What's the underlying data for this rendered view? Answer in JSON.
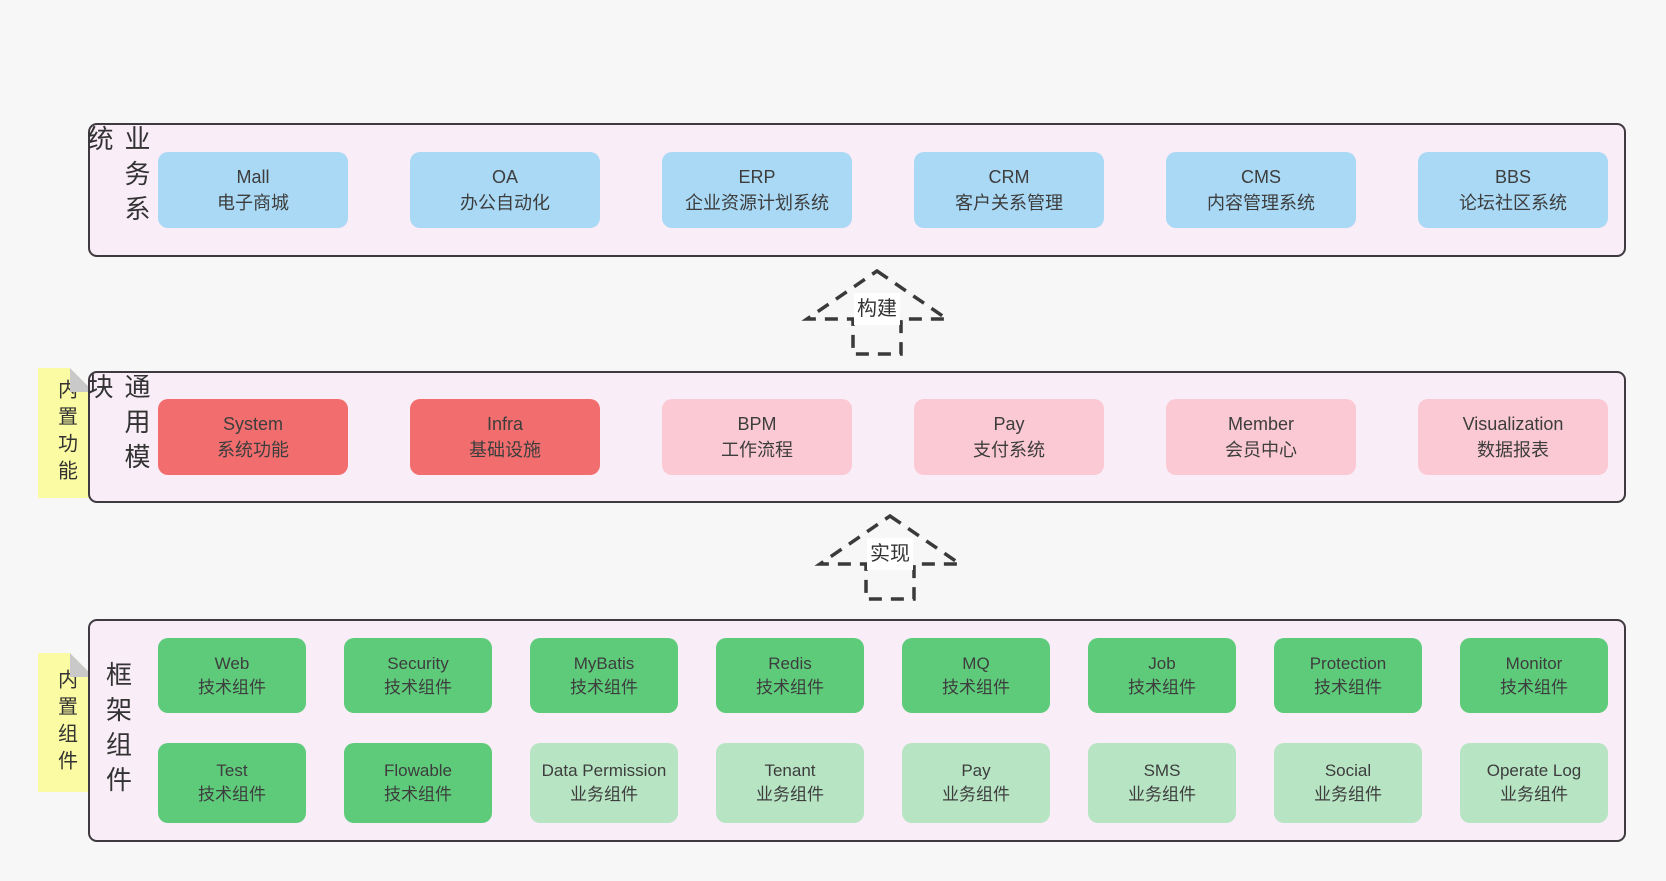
{
  "colors": {
    "page-bg": "#f7f7f7",
    "panel-bg": "#f9edf7",
    "panel-border": "#3f3a3f",
    "card-blue": "#a9d9f5",
    "card-red": "#f26e6e",
    "card-pink": "#fac9d3",
    "card-green": "#5ecb7b",
    "card-lightgreen": "#b7e4c3",
    "note-yellow": "#fbfba3",
    "note-fold": "#c9c9c9",
    "text-dark": "#3d3d3d",
    "arrow-stroke": "#3a3a3a"
  },
  "business_section": {
    "label": "业务系统",
    "boxes": [
      {
        "en": "Mall",
        "zh": "电子商城"
      },
      {
        "en": "OA",
        "zh": "办公自动化"
      },
      {
        "en": "ERP",
        "zh": "企业资源计划系统"
      },
      {
        "en": "CRM",
        "zh": "客户关系管理"
      },
      {
        "en": "CMS",
        "zh": "内容管理系统"
      },
      {
        "en": "BBS",
        "zh": "论坛社区系统"
      }
    ]
  },
  "arrows": {
    "build": "构建",
    "implement": "实现"
  },
  "modules_section": {
    "note": "内置功能",
    "label": "通用模块",
    "boxes": [
      {
        "en": "System",
        "zh": "系统功能"
      },
      {
        "en": "Infra",
        "zh": "基础设施"
      },
      {
        "en": "BPM",
        "zh": "工作流程"
      },
      {
        "en": "Pay",
        "zh": "支付系统"
      },
      {
        "en": "Member",
        "zh": "会员中心"
      },
      {
        "en": "Visualization",
        "zh": "数据报表"
      }
    ]
  },
  "components_section": {
    "note": "内置组件",
    "label": "框架组件",
    "row1": [
      {
        "en": "Web",
        "zh": "技术组件"
      },
      {
        "en": "Security",
        "zh": "技术组件"
      },
      {
        "en": "MyBatis",
        "zh": "技术组件"
      },
      {
        "en": "Redis",
        "zh": "技术组件"
      },
      {
        "en": "MQ",
        "zh": "技术组件"
      },
      {
        "en": "Job",
        "zh": "技术组件"
      },
      {
        "en": "Protection",
        "zh": "技术组件"
      },
      {
        "en": "Monitor",
        "zh": "技术组件"
      }
    ],
    "row2": [
      {
        "en": "Test",
        "zh": "技术组件"
      },
      {
        "en": "Flowable",
        "zh": "技术组件"
      },
      {
        "en": "Data Permission",
        "zh": "业务组件"
      },
      {
        "en": "Tenant",
        "zh": "业务组件"
      },
      {
        "en": "Pay",
        "zh": "业务组件"
      },
      {
        "en": "SMS",
        "zh": "业务组件"
      },
      {
        "en": "Social",
        "zh": "业务组件"
      },
      {
        "en": "Operate Log",
        "zh": "业务组件"
      }
    ]
  }
}
